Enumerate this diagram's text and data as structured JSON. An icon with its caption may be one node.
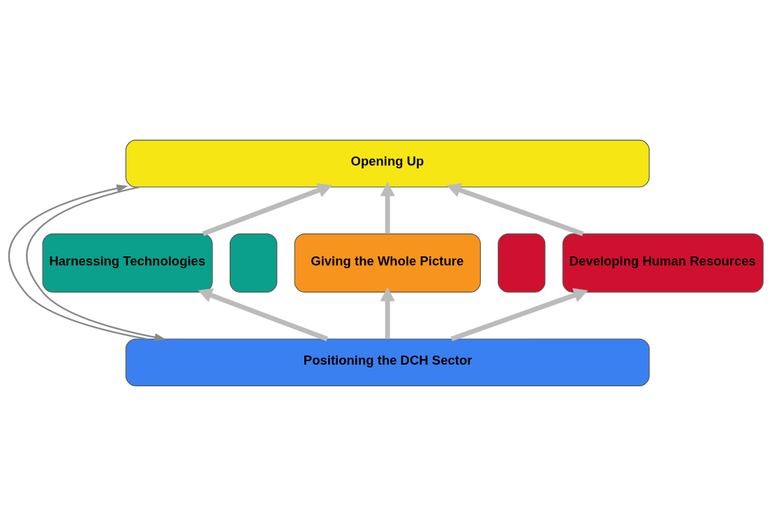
{
  "diagram": {
    "nodes": [
      {
        "text": [
          "Opening Up"
        ]
      },
      {
        "text": [],
        "shape": "box"
      },
      {
        "text": [],
        "shape": "box"
      },
      {
        "text": [
          "Harnessing Technologies"
        ]
      },
      {
        "text": [
          "Giving the Whole Picture"
        ]
      },
      {
        "text": [
          "Developing Human Resources"
        ]
      },
      {
        "text": [
          "Positioning the DCH Sector"
        ]
      }
    ],
    "edges": [
      {
        "from": 3,
        "to": 0,
        "arrow": "to"
      },
      {
        "from": 4,
        "to": 0,
        "arrow": "to"
      },
      {
        "from": 5,
        "to": 0,
        "arrow": "to"
      },
      {
        "from": 6,
        "to": 3,
        "arrow": "to"
      },
      {
        "from": 6,
        "to": 4,
        "arrow": "to"
      },
      {
        "from": 6,
        "to": 5,
        "arrow": "to"
      },
      {
        "from": 0,
        "to": 6,
        "arrow": "to"
      },
      {
        "from": 6,
        "to": 0,
        "arrow": "to"
      }
    ]
  }
}
